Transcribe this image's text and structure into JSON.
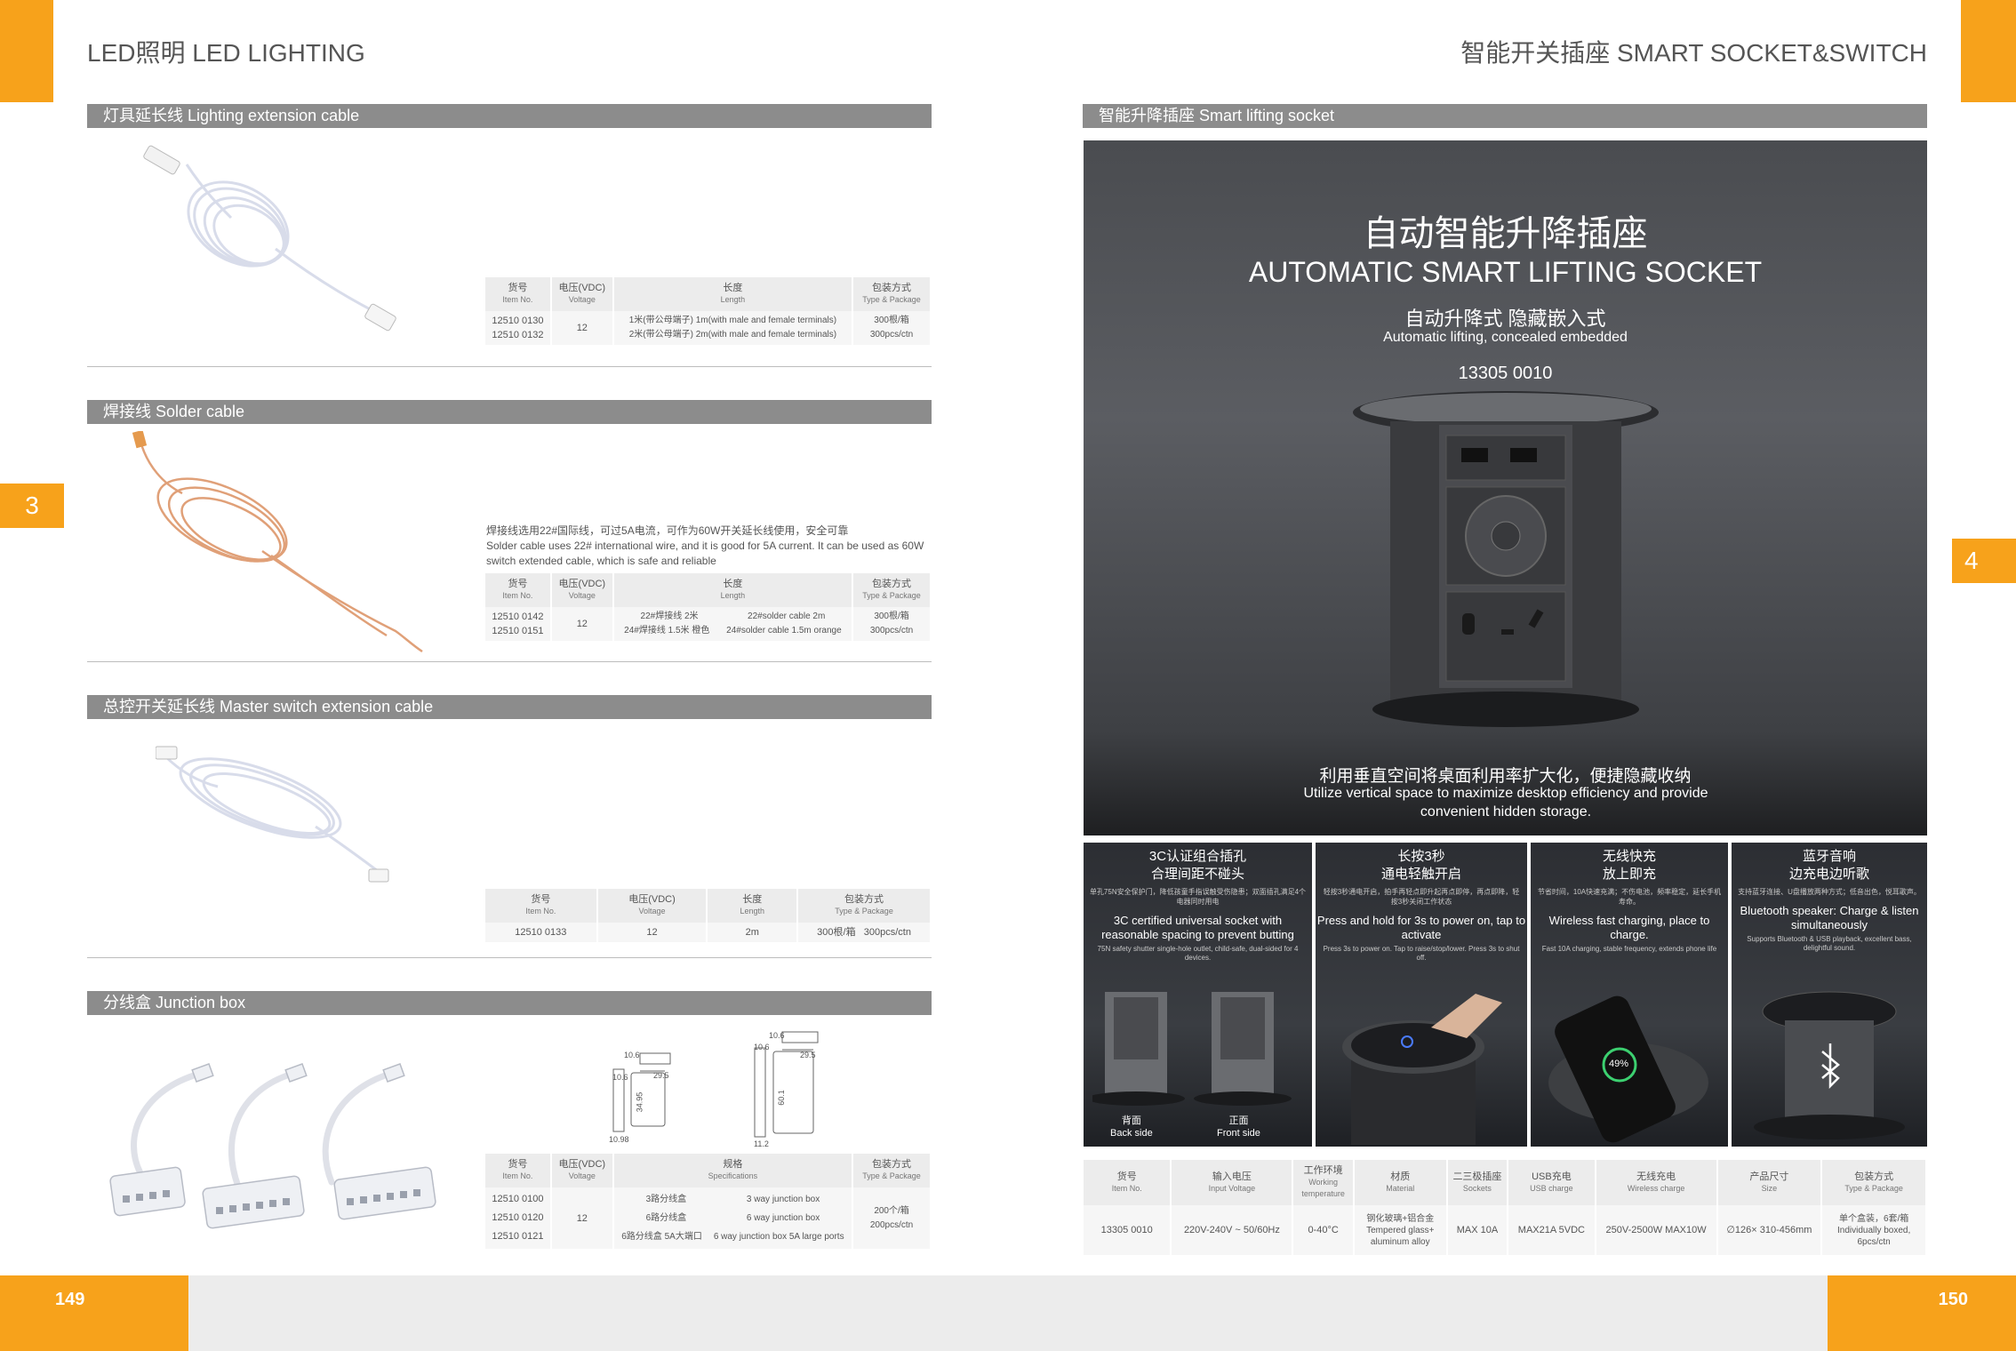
{
  "header": {
    "left_title": "LED照明  LED LIGHTING",
    "right_title": "智能开关插座  SMART SOCKET&SWITCH",
    "chapter_left": "3",
    "chapter_right": "4"
  },
  "footer": {
    "page_left": "149",
    "page_right": "150"
  },
  "sections": {
    "lighting_cable": {
      "title": "灯具延长线   Lighting extension cable",
      "headers": [
        {
          "cn": "货号",
          "en": "Item No."
        },
        {
          "cn": "电压(VDC)",
          "en": "Voltage"
        },
        {
          "cn": "长度",
          "en": "Length"
        },
        {
          "cn": "包装方式",
          "en": "Type & Package"
        }
      ],
      "items": [
        "12510 0130",
        "12510 0132"
      ],
      "voltage": "12",
      "lengths": [
        "1米(带公母端子)  1m(with male and female terminals)",
        "2米(带公母端子)  2m(with male and female terminals)"
      ],
      "package": [
        "300根/箱",
        "300pcs/ctn"
      ]
    },
    "solder_cable": {
      "title": "焊接线   Solder cable",
      "desc_cn": "焊接线选用22#国际线，可过5A电流，可作为60W开关延长线使用，安全可靠",
      "desc_en": "Solder cable uses 22# international wire, and it is good for 5A current. It can be used as 60W switch extended cable, which is safe and reliable",
      "headers": [
        {
          "cn": "货号",
          "en": "Item No."
        },
        {
          "cn": "电压(VDC)",
          "en": "Voltage"
        },
        {
          "cn": "长度",
          "en": "Length"
        },
        {
          "cn": "包装方式",
          "en": "Type & Package"
        }
      ],
      "items": [
        "12510 0142",
        "12510 0151"
      ],
      "voltage": "12",
      "lengths_cn": [
        "22#焊接线 2米",
        "24#焊接线 1.5米 橙色"
      ],
      "lengths_en": [
        "22#solder cable 2m",
        "24#solder cable 1.5m orange"
      ],
      "package": [
        "300根/箱",
        "300pcs/ctn"
      ]
    },
    "master_switch": {
      "title": "总控开关延长线   Master switch extension cable",
      "headers": [
        {
          "cn": "货号",
          "en": "Item No."
        },
        {
          "cn": "电压(VDC)",
          "en": "Voltage"
        },
        {
          "cn": "长度",
          "en": "Length"
        },
        {
          "cn": "包装方式",
          "en": "Type & Package"
        }
      ],
      "item": "12510 0133",
      "voltage": "12",
      "length": "2m",
      "package": "300根/箱   300pcs/ctn"
    },
    "junction_box": {
      "title": "分线盒   Junction box",
      "dims": {
        "small": [
          "10.6",
          "10.6",
          "29.5",
          "34.95",
          "10.98"
        ],
        "large": [
          "10.6",
          "10.6",
          "29.5",
          "60.1",
          "11.2"
        ]
      },
      "headers": [
        {
          "cn": "货号",
          "en": "Item No."
        },
        {
          "cn": "电压(VDC)",
          "en": "Voltage"
        },
        {
          "cn": "规格",
          "en": "Specifications"
        },
        {
          "cn": "包装方式",
          "en": "Type & Package"
        }
      ],
      "items": [
        "12510 0100",
        "12510 0120",
        "12510 0121"
      ],
      "voltage": "12",
      "specs_cn": [
        "3路分线盒",
        "6路分线盒",
        "6路分线盒 5A大端口"
      ],
      "specs_en": [
        "3 way junction box",
        "6 way junction box",
        "6 way junction box 5A large ports"
      ],
      "package": [
        "200个/箱",
        "200pcs/ctn"
      ]
    },
    "smart_socket": {
      "title": "智能升降插座   Smart lifting socket",
      "hero_cn": "自动智能升降插座",
      "hero_en": "AUTOMATIC SMART LIFTING SOCKET",
      "sub_cn": "自动升降式 隐藏嵌入式",
      "sub_en": "Automatic lifting, concealed embedded",
      "model": "13305 0010",
      "bottom_cn": "利用垂直空间将桌面利用率扩大化，便捷隐藏收纳",
      "bottom_en": "Utilize vertical space to maximize desktop efficiency and provide convenient hidden storage.",
      "features": [
        {
          "cn1": "3C认证组合插孔",
          "cn2": "合理间距不碰头",
          "cn_small": "单孔75N安全保护门，降低孩童手指误触受伤隐患；双面插孔满足4个电器同时用电",
          "en": "3C certified universal socket with reasonable spacing to prevent butting",
          "en_small": "75N safety shutter single-hole outlet, child-safe, dual-sided for 4 devices.",
          "label_back_cn": "背面",
          "label_back_en": "Back side",
          "label_front_cn": "正面",
          "label_front_en": "Front side"
        },
        {
          "cn1": "长按3秒",
          "cn2": "通电轻触开启",
          "cn_small": "轻按3秒通电开启，拍手再轻点即升起再点即停，再点即降，轻按3秒关闭工作状态",
          "en": "Press and hold for 3s to power on, tap to activate",
          "en_small": "Press 3s to power on. Tap to raise/stop/lower. Press 3s to shut off."
        },
        {
          "cn1": "无线快充",
          "cn2": "放上即充",
          "cn_small": "节省时间，10A快速充满；不伤电池，频率稳定，延长手机寿命。",
          "en": "Wireless fast charging, place to charge.",
          "en_small": "Fast 10A charging, stable frequency, extends phone life",
          "phone_percent": "49%"
        },
        {
          "cn1": "蓝牙音响",
          "cn2": "边充电边听歌",
          "cn_small": "支持蓝牙连接、U盘播放两种方式；低音出色，悦耳歌声。",
          "en": "Bluetooth speaker: Charge & listen simultaneously",
          "en_small": "Supports Bluetooth & USB playback, excellent bass, delightful sound."
        }
      ],
      "spec_headers": [
        {
          "cn": "货号",
          "en": "Item No."
        },
        {
          "cn": "输入电压",
          "en": "Input Voltage"
        },
        {
          "cn": "工作环境",
          "en": "Working temperature"
        },
        {
          "cn": "材质",
          "en": "Material"
        },
        {
          "cn": "二三极插座",
          "en": "Sockets"
        },
        {
          "cn": "USB充电",
          "en": "USB charge"
        },
        {
          "cn": "无线充电",
          "en": "Wireless charge"
        },
        {
          "cn": "产品尺寸",
          "en": "Size"
        },
        {
          "cn": "包装方式",
          "en": "Type & Package"
        }
      ],
      "spec_row": {
        "item": "13305 0010",
        "voltage": "220V-240V ~ 50/60Hz",
        "temp": "0-40°C",
        "material_cn": "钢化玻璃+铝合金",
        "material_en": "Tempered glass+ aluminum alloy",
        "sockets": "MAX 10A",
        "usb": "MAX21A 5VDC",
        "wireless": "250V-2500W MAX10W",
        "size": "∅126× 310-456mm",
        "package_cn": "单个盒装，6套/箱",
        "package_en": "Individually boxed, 6pcs/ctn"
      }
    }
  }
}
